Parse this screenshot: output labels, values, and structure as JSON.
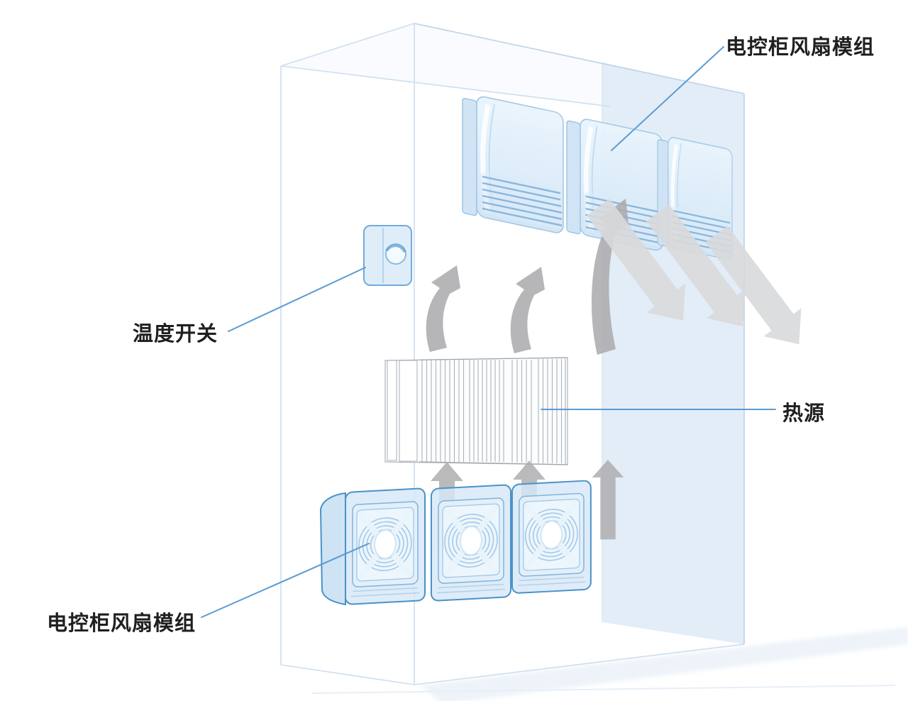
{
  "diagram": {
    "type": "technical-illustration",
    "background": "#ffffff",
    "labels": {
      "top_fan_module": "电控柜风扇模组",
      "temperature_switch": "温度开关",
      "heat_source": "热源",
      "bottom_fan_module": "电控柜风扇模组"
    },
    "structure": {
      "top_fan_units": 3,
      "bottom_fan_units": 3,
      "intake_airflow_arrows": 3,
      "rising_airflow_arrows": 3,
      "exhaust_airflow_arrows": 3
    },
    "colors": {
      "label_text": "#1f1f1f",
      "leader_line": "#5b9bd2",
      "cabinet_wireframe": "#cddeee",
      "panel_fill": "#e3edf8",
      "module_outline": "#4a92c9",
      "module_fill": "#d5e8f6",
      "module_fill_light": "#edf5fc",
      "louver_line": "#7fb0da",
      "grille_ring": "#a6cbe9",
      "heatsink_line": "#99a0a8",
      "airflow_arrow": "#a9a9ab",
      "exhaust_arrow": "#d8d9da"
    }
  }
}
